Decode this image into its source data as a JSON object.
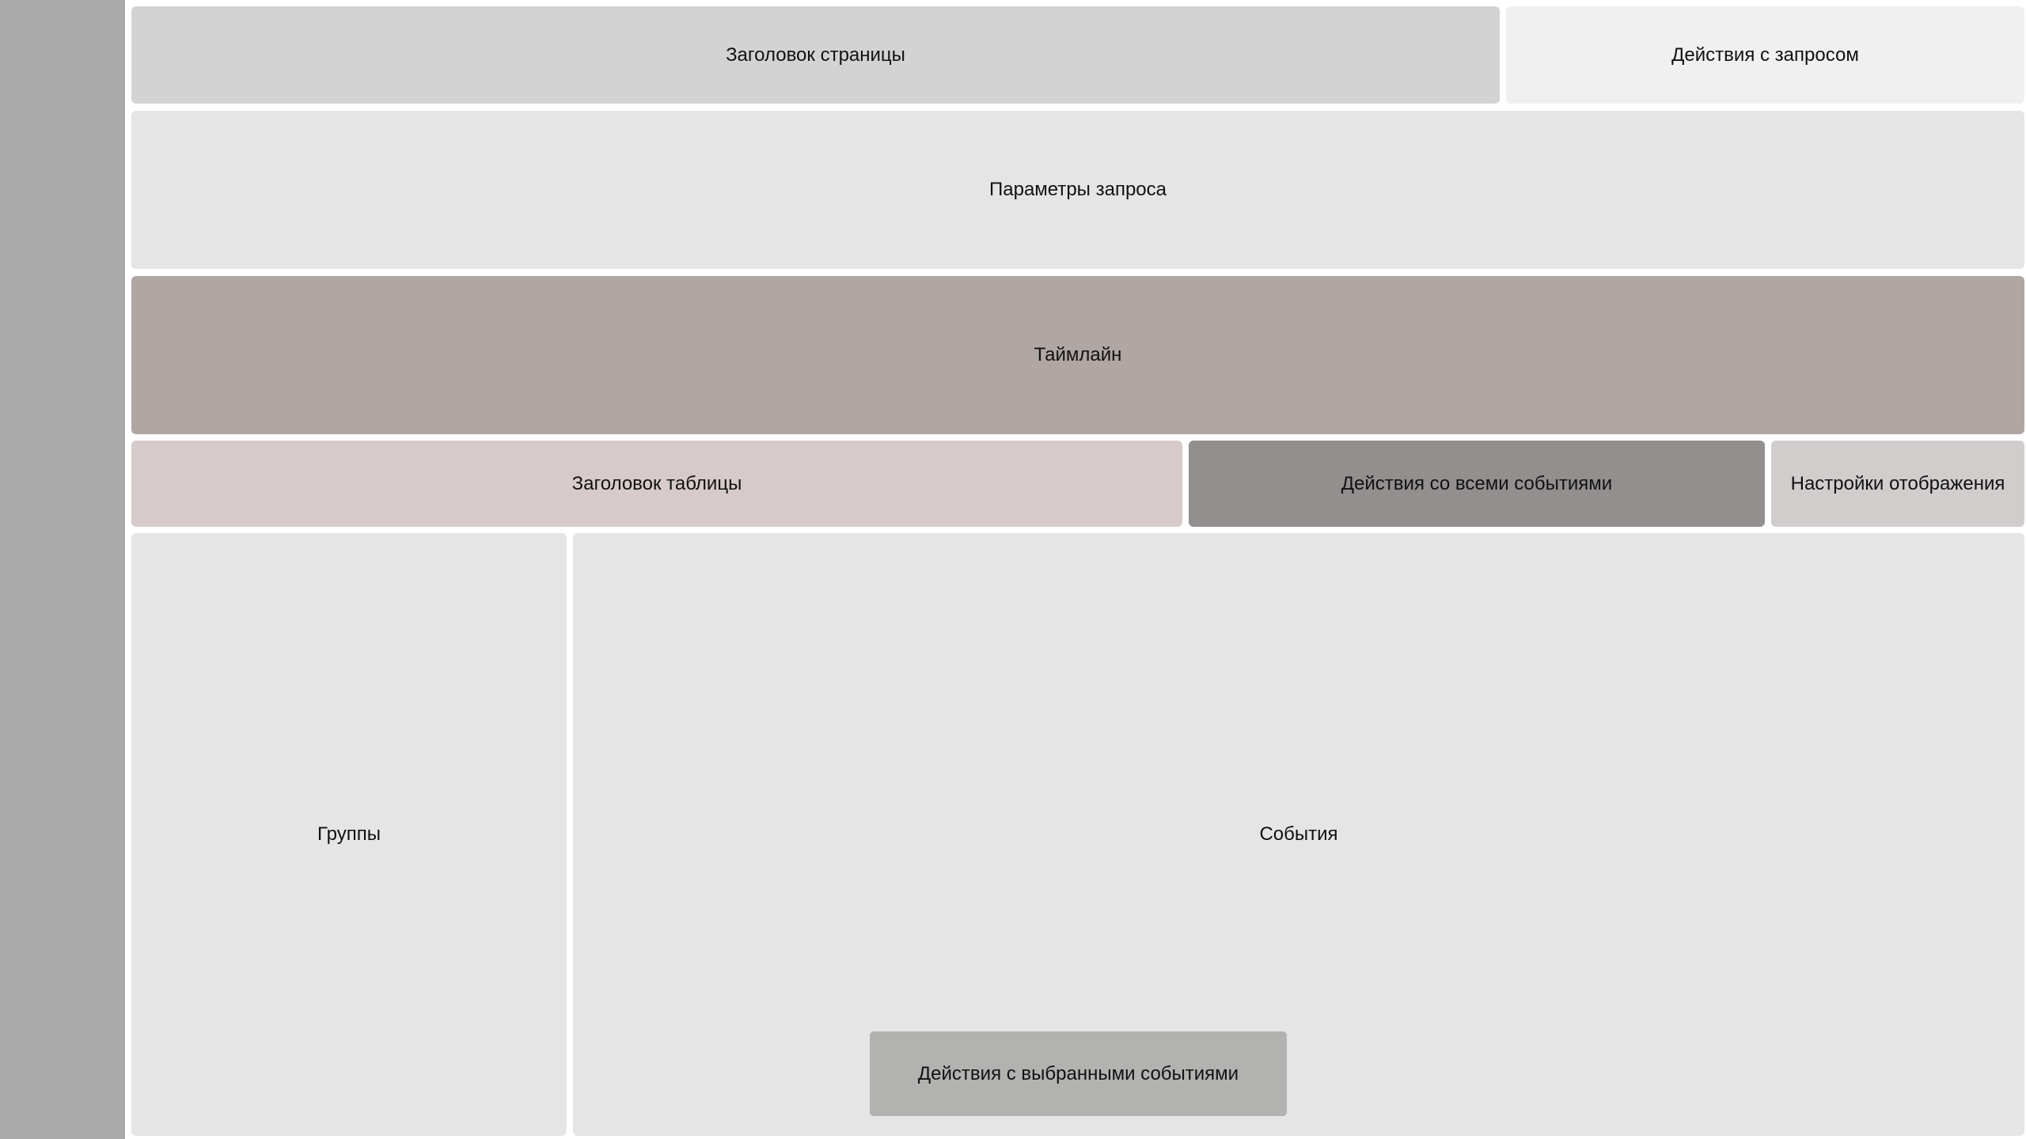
{
  "layout_blocks": {
    "page_title": "Заголовок страницы",
    "request_actions": "Действия с запросом",
    "request_params": "Параметры запроса",
    "timeline": "Таймлайн",
    "table_header": "Заголовок таблицы",
    "all_events_actions": "Действия со всеми событиями",
    "display_settings": "Настройки отображения",
    "groups": "Группы",
    "events": "События",
    "selected_events_actions": "Действия с выбранными событиями"
  },
  "colors": {
    "sidebar": "#aaaaaa",
    "page_title": "#d3d3d3",
    "request_actions": "#f0f0f0",
    "request_params": "#e5e5e5",
    "timeline": "#b0a6a4",
    "table_header": "#d6caca",
    "all_events_actions": "#928f8e",
    "display_settings": "#d0cdcc",
    "groups": "#e5e5e5",
    "events": "#e5e5e5",
    "selected_events_actions": "#b2b2b0"
  }
}
